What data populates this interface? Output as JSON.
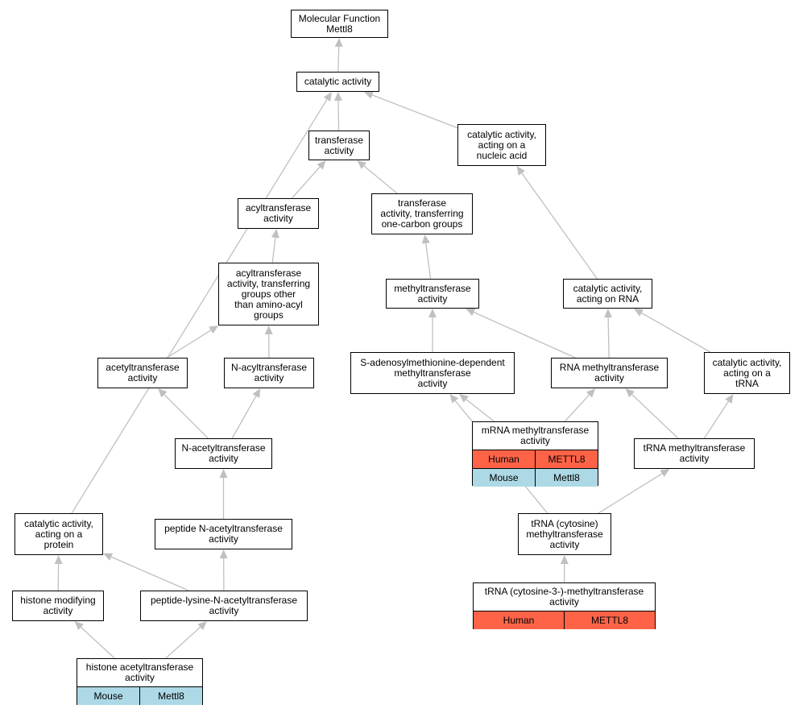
{
  "colors": {
    "human": "#ff6347",
    "mouse": "#add8e6",
    "edge": "#c0c0c0"
  },
  "nodes": {
    "root": "Molecular Function\nMettl8",
    "catalytic": "catalytic activity",
    "transferase": "transferase\nactivity",
    "nucleic": "catalytic activity,\nacting on a\nnucleic acid",
    "acyltransferase": "acyltransferase\nactivity",
    "onecarbon": "transferase\nactivity, transferring\none-carbon groups",
    "acylother": "acyltransferase\nactivity, transferring\ngroups other\nthan amino-acyl\ngroups",
    "methyltransferase": "methyltransferase\nactivity",
    "onrna": "catalytic activity,\nacting on RNA",
    "acetyltransferase": "acetyltransferase\nactivity",
    "nacyl": "N-acyltransferase\nactivity",
    "sam": "S-adenosylmethionine-dependent\nmethyltransferase\nactivity",
    "rnamt": "RNA methyltransferase\nactivity",
    "trna_cat": "catalytic activity,\nacting on a\ntRNA",
    "nacetyl": "N-acetyltransferase\nactivity",
    "trnamt": "tRNA methyltransferase\nactivity",
    "peptide": "peptide N-acetyltransferase\nactivity",
    "protein": "catalytic activity,\nacting on a\nprotein",
    "cytosine": "tRNA (cytosine)\nmethyltransferase\nactivity",
    "histmod": "histone modifying\nactivity",
    "lysine": "peptide-lysine-N-acetyltransferase\nactivity"
  },
  "gene_nodes": {
    "mrna": {
      "label": "mRNA methyltransferase\nactivity",
      "rows": [
        {
          "species": "Human",
          "gene": "METTL8",
          "kind": "human"
        },
        {
          "species": "Mouse",
          "gene": "Mettl8",
          "kind": "mouse"
        }
      ]
    },
    "cyt3": {
      "label": "tRNA (cytosine-3-)-methyltransferase\nactivity",
      "rows": [
        {
          "species": "Human",
          "gene": "METTL8",
          "kind": "human"
        }
      ]
    },
    "hat": {
      "label": "histone acetyltransferase\nactivity",
      "rows": [
        {
          "species": "Mouse",
          "gene": "Mettl8",
          "kind": "mouse"
        }
      ]
    }
  },
  "edges": [
    [
      "catalytic",
      "root"
    ],
    [
      "transferase",
      "catalytic"
    ],
    [
      "nucleic",
      "catalytic"
    ],
    [
      "protein",
      "catalytic"
    ],
    [
      "acyltransferase",
      "transferase"
    ],
    [
      "onecarbon",
      "transferase"
    ],
    [
      "acylother",
      "acyltransferase"
    ],
    [
      "methyltransferase",
      "onecarbon"
    ],
    [
      "onrna",
      "nucleic"
    ],
    [
      "acetyltransferase",
      "acylother"
    ],
    [
      "nacyl",
      "acylother"
    ],
    [
      "sam",
      "methyltransferase"
    ],
    [
      "rnamt",
      "methyltransferase"
    ],
    [
      "rnamt",
      "onrna"
    ],
    [
      "trna_cat",
      "onrna"
    ],
    [
      "nacetyl",
      "acetyltransferase"
    ],
    [
      "nacetyl",
      "nacyl"
    ],
    [
      "mrna",
      "sam"
    ],
    [
      "mrna",
      "rnamt"
    ],
    [
      "trnamt",
      "rnamt"
    ],
    [
      "trnamt",
      "trna_cat"
    ],
    [
      "peptide",
      "nacetyl"
    ],
    [
      "cytosine",
      "sam"
    ],
    [
      "cytosine",
      "trnamt"
    ],
    [
      "histmod",
      "protein"
    ],
    [
      "lysine",
      "protein"
    ],
    [
      "lysine",
      "peptide"
    ],
    [
      "cyt3",
      "cytosine"
    ],
    [
      "hat",
      "histmod"
    ],
    [
      "hat",
      "lysine"
    ]
  ]
}
